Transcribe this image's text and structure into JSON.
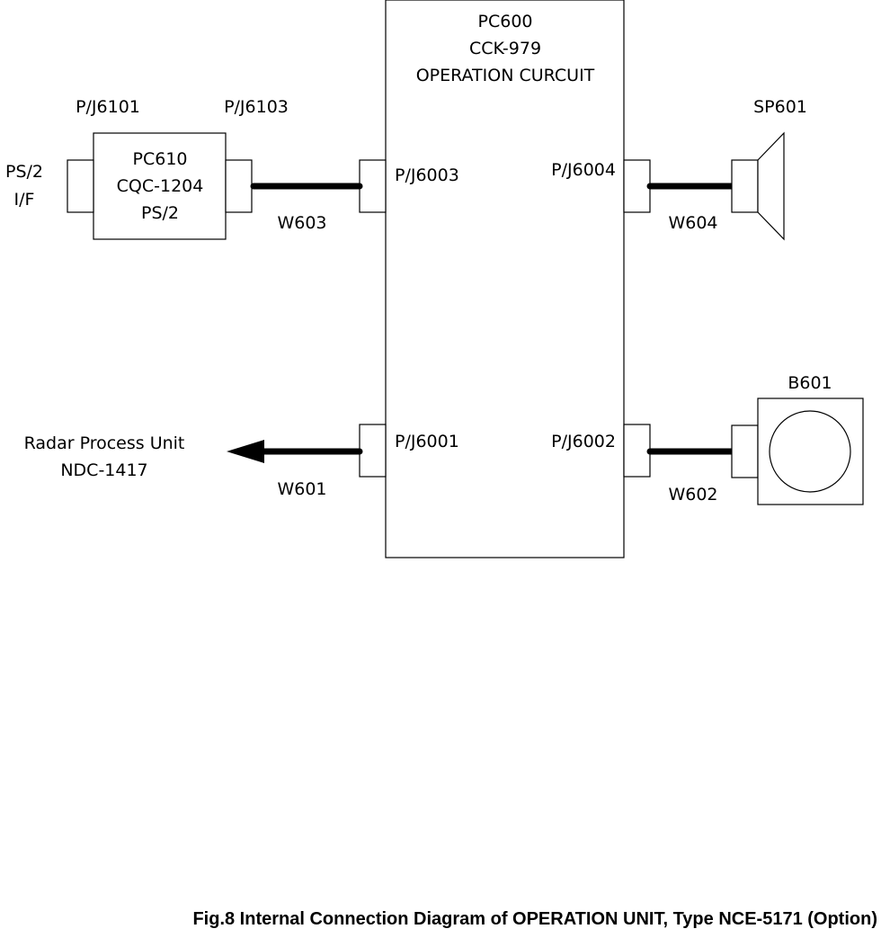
{
  "main_board": {
    "name": "PC600",
    "model": "CCK-979",
    "function": "OPERATION CURCUIT"
  },
  "ps2_board": {
    "name": "PC610",
    "model": "CQC-1204",
    "function": "PS/2"
  },
  "ps2_if": {
    "line1": "PS/2",
    "line2": "I/F"
  },
  "connectors": {
    "j6101": "P/J6101",
    "j6103": "P/J6103",
    "j6003": "P/J6003",
    "j6004": "P/J6004",
    "j6001": "P/J6001",
    "j6002": "P/J6002"
  },
  "wires": {
    "w603": "W603",
    "w604": "W604",
    "w601": "W601",
    "w602": "W602"
  },
  "speaker": {
    "label": "SP601"
  },
  "buzzer": {
    "label": "B601"
  },
  "radar_unit": {
    "line1": "Radar Process Unit",
    "line2": "NDC-1417"
  },
  "caption": "Fig.8 Internal Connection Diagram of OPERATION UNIT, Type NCE-5171 (Option)"
}
